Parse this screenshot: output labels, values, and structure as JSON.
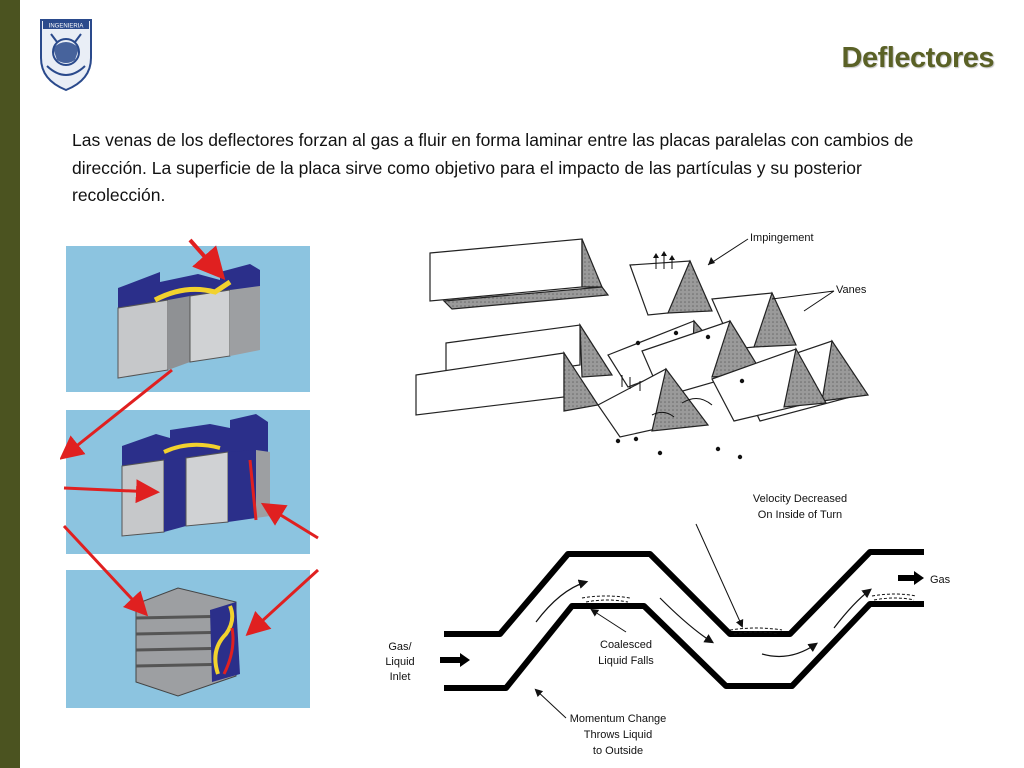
{
  "slide": {
    "title": "Deflectores",
    "paragraph": "Las venas de los deflectores forzan al gas a fluir en forma laminar entre las placas paralelas con cambios de dirección. La superficie de la placa sirve como objetivo para el impacto de las partículas y su posterior recolección.",
    "logo_text": "INGENIERIA"
  },
  "vanes_figure": {
    "impingement_label": "Impingement",
    "vanes_label": "Vanes"
  },
  "channel_figure": {
    "velocity_label_line1": "Velocity Decreased",
    "velocity_label_line2": "On Inside of Turn",
    "gas_outlet_label": "Gas",
    "inlet_label_line1": "Gas/",
    "inlet_label_line2": "Liquid",
    "inlet_label_line3": "Inlet",
    "coalesced_label_line1": "Coalesced",
    "coalesced_label_line2": "Liquid Falls",
    "momentum_label_line1": "Momentum Change",
    "momentum_label_line2": "Throws Liquid",
    "momentum_label_line3": "to Outside"
  },
  "colors": {
    "sidebar": "#4b5320",
    "title": "#5a6126",
    "photo_background": "#8cc4e0",
    "vane_gray": "#b9bbbd",
    "vane_blue": "#2b2f8a",
    "arrow_red": "#e02020",
    "flow_yellow": "#f2d22e"
  }
}
